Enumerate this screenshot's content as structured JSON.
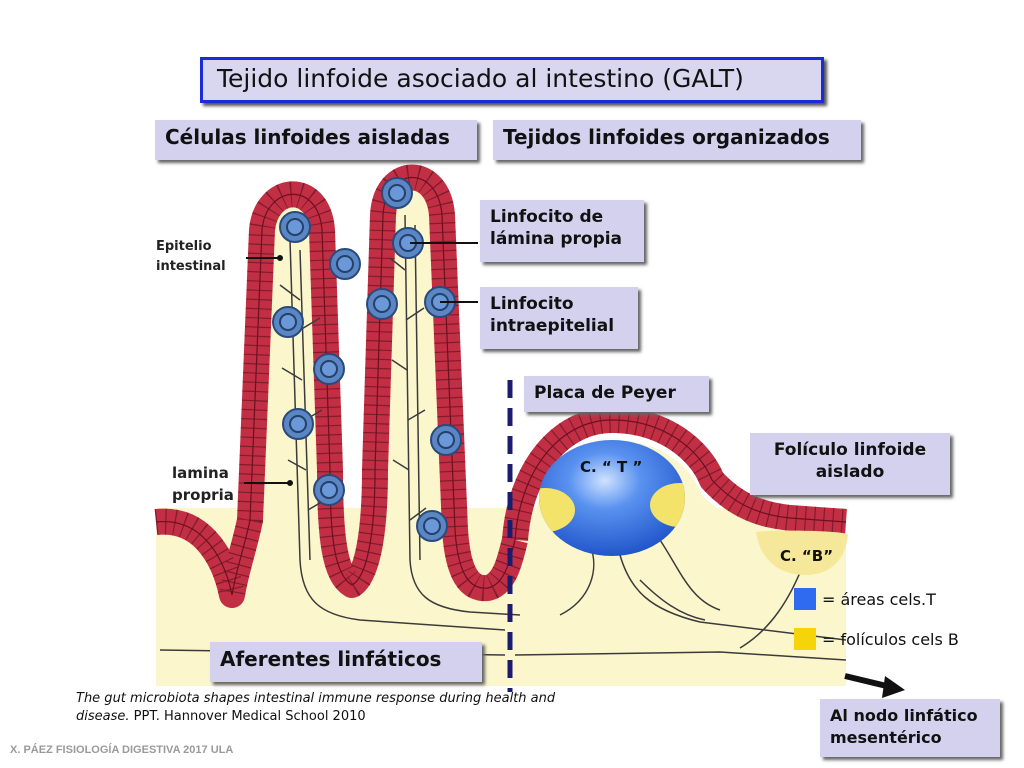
{
  "title": "Tejido linfoide asociado al intestino  (GALT)",
  "categories": {
    "isolated": "Células  linfoides aisladas",
    "organized": "Tejidos linfoides organizados"
  },
  "labels": {
    "lamina_propia_lymphocyte": [
      "Linfocito de",
      "lámina propia"
    ],
    "intraepithelial_lymphocyte": [
      "Linfocito",
      "intraepitelial"
    ],
    "peyer_patch": "Placa de Peyer",
    "isolated_follicle": [
      "Folículo linfoide",
      "aislado"
    ],
    "epithelium": [
      "Epitelio",
      "intestinal"
    ],
    "lamina_propria": [
      "lamina",
      "propria"
    ],
    "t_zone": "C. “ T ”",
    "b_zone": "C. “B”",
    "afferent": "Aferentes linfáticos",
    "mesenteric_node": [
      "Al nodo linfático",
      "mesentérico"
    ]
  },
  "legend": [
    {
      "color": "#2f6bf0",
      "text": "= áreas cels.T"
    },
    {
      "color": "#f5d40a",
      "text": "= folículos cels B"
    }
  ],
  "credit": [
    "The gut microbiota shapes intestinal immune response durin",
    "g health and",
    "disease.",
    " PPT. Hannover Medical School 2010"
  ],
  "footer": "X. PÁEZ   FISIOLOGÍA DIGESTIVA 2017  ULA",
  "colors": {
    "epithelium": "#c22f45",
    "background": "#fbf6cc",
    "lymphocyte": "#5b86c4",
    "t_area": "#2f6bf0",
    "b_follicle": "#f5d40a",
    "label_box": "#d3d1ee"
  }
}
